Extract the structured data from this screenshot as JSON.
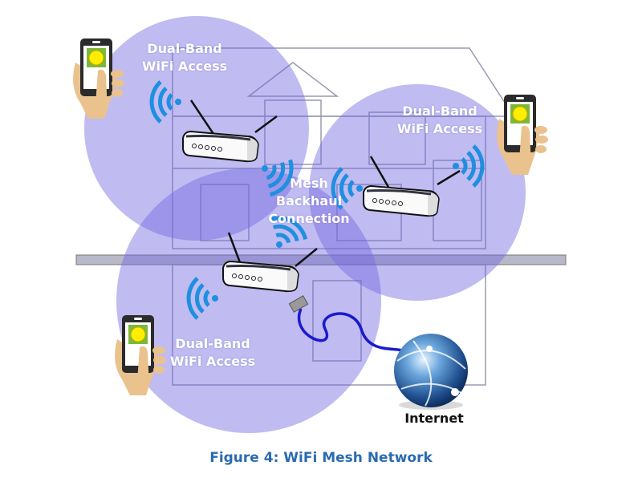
{
  "figure": {
    "caption": "Figure 4: WiFi Mesh Network",
    "colors": {
      "coverage": "#7468e0",
      "signal": "#1f8fe0",
      "cable": "#1a1acc",
      "caption": "#2a6bb0",
      "house": "#8a8aa0"
    }
  },
  "labels": {
    "access_top_left": [
      "Dual-Band",
      "WiFi Access"
    ],
    "access_right": [
      "Dual-Band",
      "WiFi Access"
    ],
    "access_bottom_left": [
      "Dual-Band",
      "WiFi Access"
    ],
    "backhaul": [
      "Mesh",
      "Backhaul",
      "Connection"
    ],
    "internet": "Internet"
  },
  "nodes": [
    {
      "id": "router-upper-left",
      "type": "router"
    },
    {
      "id": "router-right",
      "type": "router"
    },
    {
      "id": "router-lower",
      "type": "router"
    },
    {
      "id": "phone-top-left",
      "type": "smartphone"
    },
    {
      "id": "phone-right",
      "type": "smartphone"
    },
    {
      "id": "phone-bottom-left",
      "type": "smartphone"
    },
    {
      "id": "internet-globe",
      "type": "globe"
    }
  ]
}
